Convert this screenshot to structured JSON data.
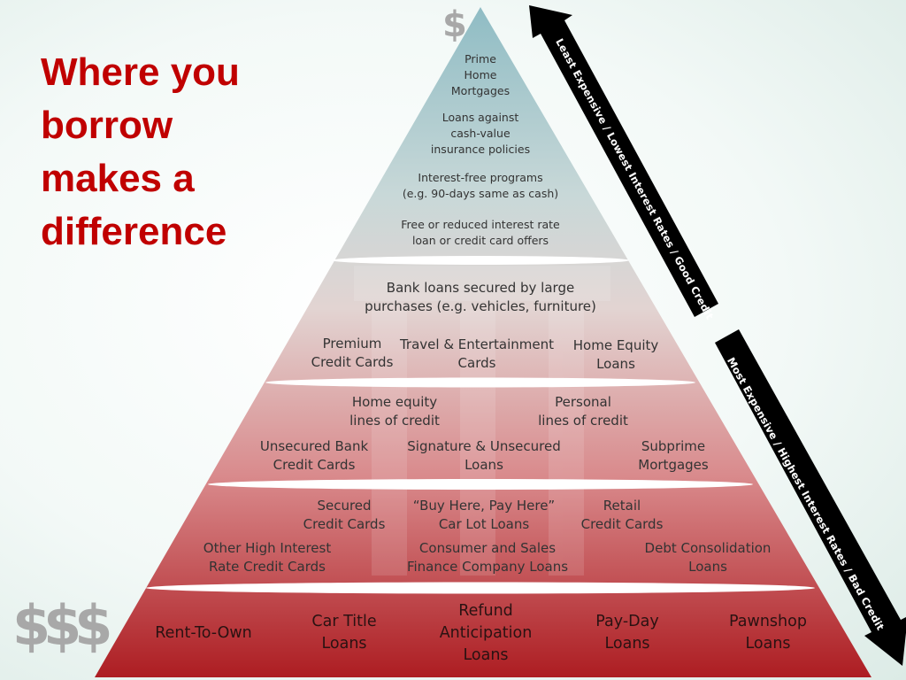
{
  "title_lines": [
    "Where you",
    "borrow",
    "makes a",
    "difference"
  ],
  "symbols": {
    "top": "$",
    "bottom": "$$$"
  },
  "arrows": {
    "up": "Least Expensive / Lowest Interest Rates / Good Credit",
    "down": "Most Expensive / Highest Interest Rates / Bad Credit"
  },
  "tier1": {
    "prime": [
      "Prime",
      "Home",
      "Mortgages"
    ],
    "cash_value": [
      "Loans against",
      "cash-value",
      "insurance policies"
    ],
    "interest_free": [
      "Interest-free programs",
      "(e.g. 90-days same as cash)"
    ],
    "free_reduced": [
      "Free or reduced interest rate",
      "loan or credit card offers"
    ]
  },
  "tier2": {
    "bank_loans": [
      "Bank loans secured by large",
      "purchases (e.g. vehicles, furniture)"
    ],
    "premium": [
      "Premium",
      "Credit Cards"
    ],
    "travel": [
      "Travel & Entertainment",
      "Cards"
    ],
    "home_equity_loans": [
      "Home Equity",
      "Loans"
    ]
  },
  "tier3": {
    "home_equity_lines": [
      "Home equity",
      "lines of credit"
    ],
    "personal_lines": [
      "Personal",
      "lines of credit"
    ],
    "unsecured_bank": [
      "Unsecured Bank",
      "Credit Cards"
    ],
    "signature": [
      "Signature & Unsecured",
      "Loans"
    ],
    "subprime": [
      "Subprime",
      "Mortgages"
    ]
  },
  "tier4": {
    "secured": [
      "Secured",
      "Credit Cards"
    ],
    "buy_here": [
      "“Buy Here, Pay Here”",
      "Car Lot Loans"
    ],
    "retail": [
      "Retail",
      "Credit Cards"
    ],
    "other_high": [
      "Other High Interest",
      "Rate Credit Cards"
    ],
    "consumer": [
      "Consumer and Sales",
      "Finance Company Loans"
    ],
    "debt": [
      "Debt Consolidation",
      "Loans"
    ]
  },
  "tier5": {
    "rent": [
      "Rent-To-Own"
    ],
    "car_title": [
      "Car Title",
      "Loans"
    ],
    "refund": [
      "Refund",
      "Anticipation",
      "Loans"
    ],
    "payday": [
      "Pay-Day",
      "Loans"
    ],
    "pawnshop": [
      "Pawnshop",
      "Loans"
    ]
  },
  "colors": {
    "title": "#c00000",
    "pyramid_top": "#8fbcc4",
    "pyramid_mid": "#d9d9d9",
    "pyramid_bottom": "#b21e22",
    "arrow": "#000000"
  }
}
